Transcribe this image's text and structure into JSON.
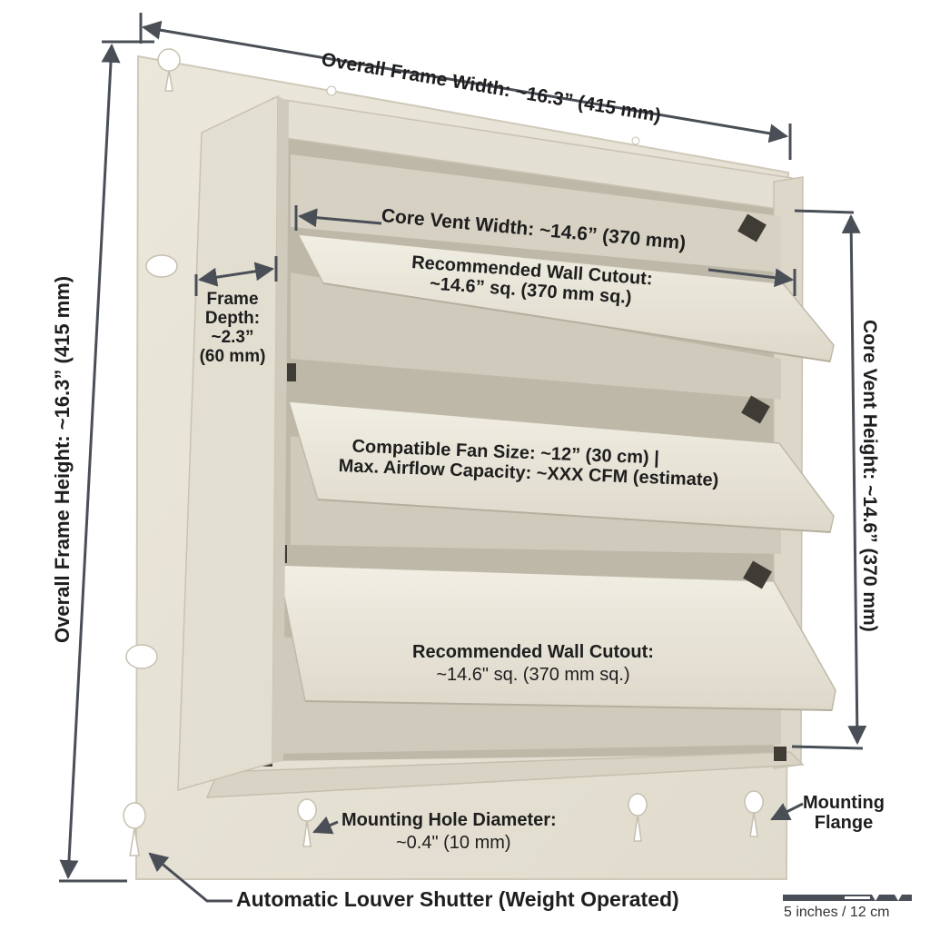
{
  "labels": {
    "overall_width": "Overall Frame Width: ~16.3” (415 mm)",
    "overall_height": "Overall Frame Height: ~16.3” (415 mm)",
    "core_width": "Core Vent Width: ~14.6” (370 mm)",
    "core_height": "Core Vent Height: ~14.6” (370 mm)",
    "cutout_top_line1": "Recommended Wall Cutout:",
    "cutout_top_line2": "~14.6” sq. (370 mm sq.)",
    "frame_depth_line1": "Frame",
    "frame_depth_line2": "Depth:",
    "frame_depth_line3": "~2.3”",
    "frame_depth_line4": "(60 mm)",
    "fan_line1": "Compatible Fan Size: ~12” (30 cm)  |",
    "fan_line2": "Max. Airflow Capacity: ~XXX CFM (estimate)",
    "cutout_bottom_line1": "Recommended Wall Cutout:",
    "cutout_bottom_line2": "~14.6\" sq. (370 mm sq.)",
    "hole_line1": "Mounting Hole Diameter:",
    "hole_line2": "~0.4\" (10 mm)",
    "flange_line1": "Mounting",
    "flange_line2": "Flange",
    "shutter_title": "Automatic Louver Shutter (Weight Operated)",
    "scale_bar": "5 inches / 12 cm"
  },
  "colors": {
    "shutter_body": "#e7e3d6",
    "shutter_shadow": "#c9c4b4",
    "dimension_line": "#4a4f57",
    "text": "#1e1e1e"
  }
}
